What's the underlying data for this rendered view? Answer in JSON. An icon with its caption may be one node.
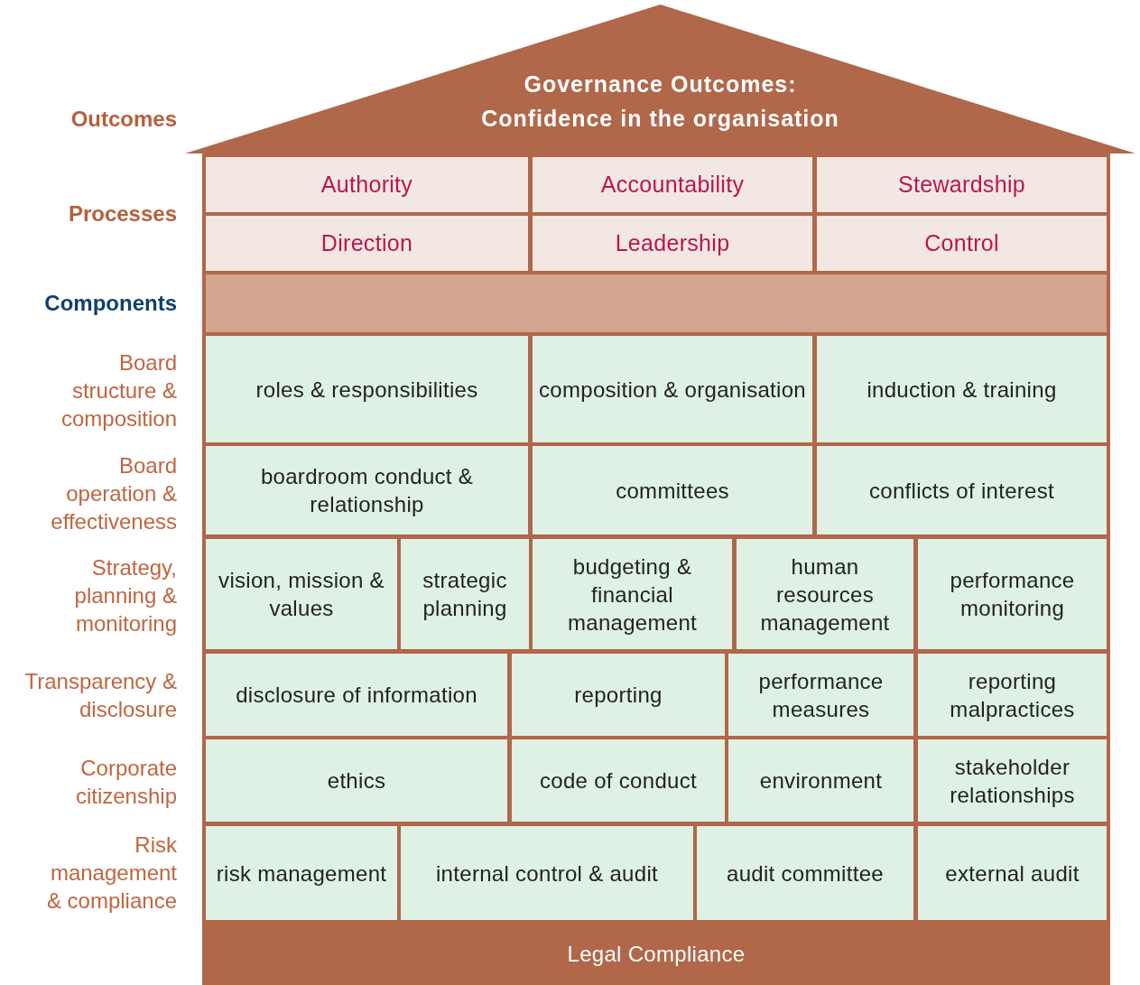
{
  "diagram": {
    "nodes": [
      {
        "text": [
          "Governance Outcomes: Confidence in the organisation"
        ]
      },
      {
        "text": [
          "Authority"
        ]
      },
      {
        "text": [
          "Accountability"
        ]
      },
      {
        "text": [
          "Stewardship"
        ]
      },
      {
        "text": [
          "Direction"
        ]
      },
      {
        "text": [
          "Leadership"
        ]
      },
      {
        "text": [
          "Control"
        ]
      },
      {
        "text": [],
        "shape": "bar"
      },
      {
        "text": [
          "roles & responsibilities"
        ]
      },
      {
        "text": [
          "composition & organisation"
        ]
      },
      {
        "text": [
          "induction & training"
        ]
      },
      {
        "text": [
          "boardroom conduct & relationship"
        ]
      },
      {
        "text": [
          "committees"
        ]
      },
      {
        "text": [
          "conflicts of interest"
        ]
      },
      {
        "text": [
          "vision, mission & values"
        ]
      },
      {
        "text": [
          "strategic planning"
        ]
      },
      {
        "text": [
          "budgeting & financial management"
        ]
      },
      {
        "text": [
          "human resources management"
        ]
      },
      {
        "text": [
          "performance monitoring"
        ]
      },
      {
        "text": [
          "disclosure of information"
        ]
      },
      {
        "text": [
          "reporting"
        ]
      },
      {
        "text": [
          "performance measures"
        ]
      },
      {
        "text": [
          "reporting malpractices"
        ]
      },
      {
        "text": [
          "ethics"
        ]
      },
      {
        "text": [
          "code of conduct"
        ]
      },
      {
        "text": [
          "environment"
        ]
      },
      {
        "text": [
          "stakeholder relationships"
        ]
      },
      {
        "text": [
          "risk management"
        ]
      },
      {
        "text": [
          "internal control & audit"
        ]
      },
      {
        "text": [
          "audit committee"
        ]
      },
      {
        "text": [
          "external audit"
        ]
      },
      {
        "text": [
          "Legal Compliance"
        ]
      }
    ],
    "labels": [
      "Outcomes",
      "Processes",
      "Components",
      "Board structure & composition",
      "Board operation & effectiveness",
      "Strategy, planning & monitoring",
      "Transparency & disclosure",
      "Corporate citizenship",
      "Risk management & compliance"
    ]
  }
}
